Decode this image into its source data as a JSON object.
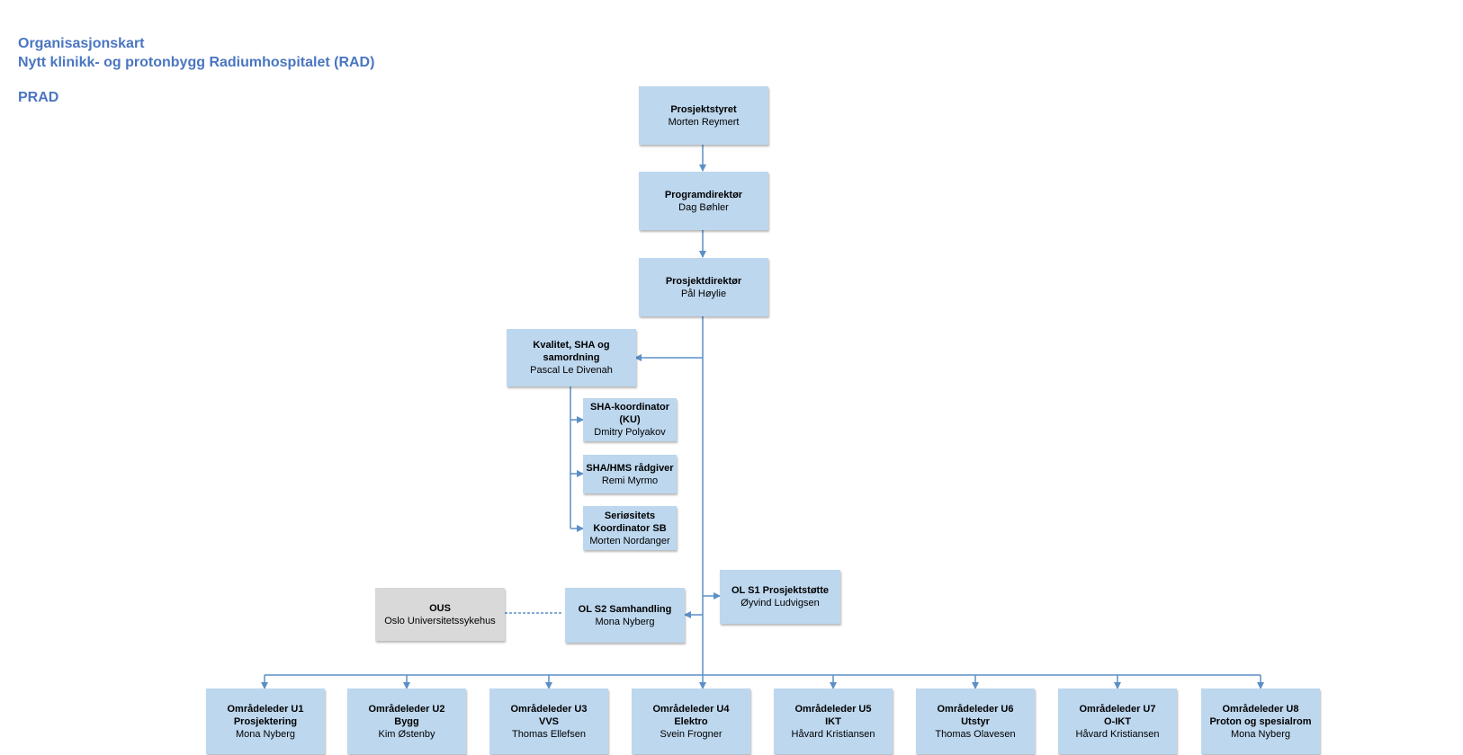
{
  "header": {
    "line1": "Organisasjonskart",
    "line2": "Nytt klinikk- og protonbygg Radiumhospitalet (RAD)",
    "line3": "PRAD"
  },
  "colors": {
    "box_fill": "#bdd7ee",
    "external_box_fill": "#d9d9d9",
    "connector": "#5b8fc7",
    "header_text": "#4a76c0"
  },
  "nodes": {
    "styret": {
      "title": "Prosjektstyret",
      "name": "Morten Reymert"
    },
    "programdir": {
      "title": "Programdirektør",
      "name": "Dag Bøhler"
    },
    "prosjektdir": {
      "title": "Prosjektdirektør",
      "name": "Pål Høylie"
    },
    "kvalitet": {
      "title1": "Kvalitet, SHA og",
      "title2": "samordning",
      "name": "Pascal Le Divenah"
    },
    "shakoord": {
      "title1": "SHA-koordinator",
      "title2": "(KU)",
      "name": "Dmitry Polyakov"
    },
    "shahms": {
      "title": "SHA/HMS rådgiver",
      "name": "Remi Myrmo"
    },
    "serio": {
      "title1": "Seriøsitets",
      "title2": "Koordinator SB",
      "name": "Morten Nordanger"
    },
    "ols1": {
      "title": "OL S1 Prosjektstøtte",
      "name": "Øyvind Ludvigsen"
    },
    "ols2": {
      "title": "OL S2 Samhandling",
      "name": "Mona Nyberg"
    },
    "ous": {
      "title": "OUS",
      "name": "Oslo Universitetssykehus"
    }
  },
  "units": [
    {
      "title": "Områdeleder U1",
      "sub": "Prosjektering",
      "name": "Mona Nyberg"
    },
    {
      "title": "Områdeleder U2",
      "sub": "Bygg",
      "name": "Kim Østenby"
    },
    {
      "title": "Områdeleder U3",
      "sub": "VVS",
      "name": "Thomas Ellefsen"
    },
    {
      "title": "Områdeleder U4",
      "sub": "Elektro",
      "name": "Svein Frogner"
    },
    {
      "title": "Områdeleder U5",
      "sub": "IKT",
      "name": "Håvard Kristiansen"
    },
    {
      "title": "Områdeleder U6",
      "sub": "Utstyr",
      "name": "Thomas Olavesen"
    },
    {
      "title": "Områdeleder U7",
      "sub": "O-IKT",
      "name": "Håvard Kristiansen"
    },
    {
      "title": "Områdeleder U8",
      "sub": "Proton og spesialrom",
      "name": "Mona Nyberg"
    }
  ]
}
